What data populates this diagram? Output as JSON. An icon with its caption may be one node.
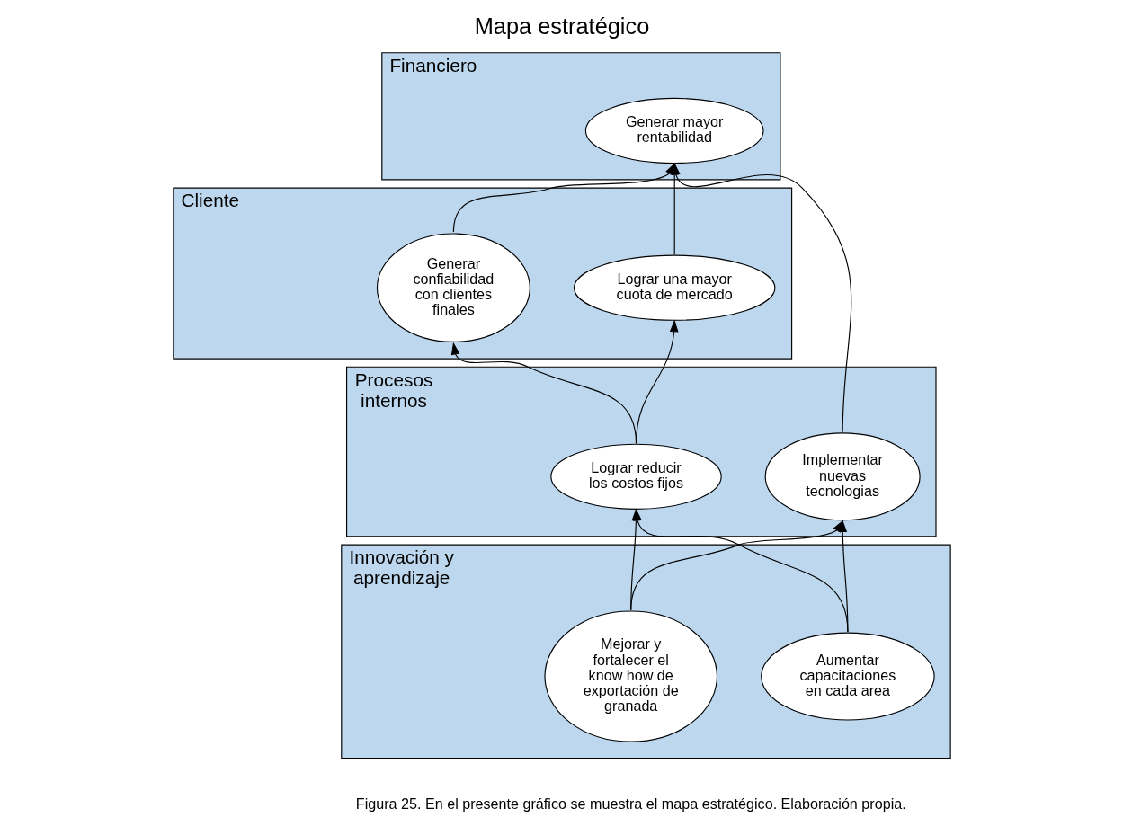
{
  "diagram": {
    "title": "Mapa estratégico",
    "caption": "Figura 25. En el presente gráfico se muestra el mapa estratégico. Elaboración propia.",
    "nodes": [
      {
        "text": [
          "Financiero"
        ]
      },
      {
        "text": [
          "Generar mayor rentabilidad"
        ],
        "in": 0
      },
      {
        "text": [
          "Cliente"
        ]
      },
      {
        "text": [
          "Lograr una mayor cuota de mercado"
        ],
        "in": 2
      },
      {
        "text": [
          "Generar confiabilidad con clientes finales"
        ],
        "in": 2
      },
      {
        "text": [
          "Procesos internos"
        ]
      },
      {
        "text": [
          "Lograr reducir los costos fijos"
        ],
        "in": 5
      },
      {
        "text": [
          "Implementar nuevas tecnologias"
        ],
        "in": 5
      },
      {
        "text": [
          "Innovación y aprendizaje"
        ]
      },
      {
        "text": [
          "Aumentar capacitaciones en cada area"
        ],
        "in": 8
      },
      {
        "text": [
          "Mejorar y fortalecer el know how de exportación de granada"
        ],
        "in": 8
      }
    ],
    "edges": [
      {
        "from": 3,
        "to": 1,
        "arrow": "to"
      },
      {
        "from": 4,
        "to": 1,
        "arrow": "to"
      },
      {
        "from": 7,
        "to": 1,
        "arrow": "to"
      },
      {
        "from": 6,
        "to": 3,
        "arrow": "to"
      },
      {
        "from": 6,
        "to": 4,
        "arrow": "to"
      },
      {
        "from": 9,
        "to": 6,
        "arrow": "to"
      },
      {
        "from": 9,
        "to": 7,
        "arrow": "to"
      },
      {
        "from": 10,
        "to": 6,
        "arrow": "to"
      },
      {
        "from": 10,
        "to": 7,
        "arrow": "to"
      }
    ]
  }
}
